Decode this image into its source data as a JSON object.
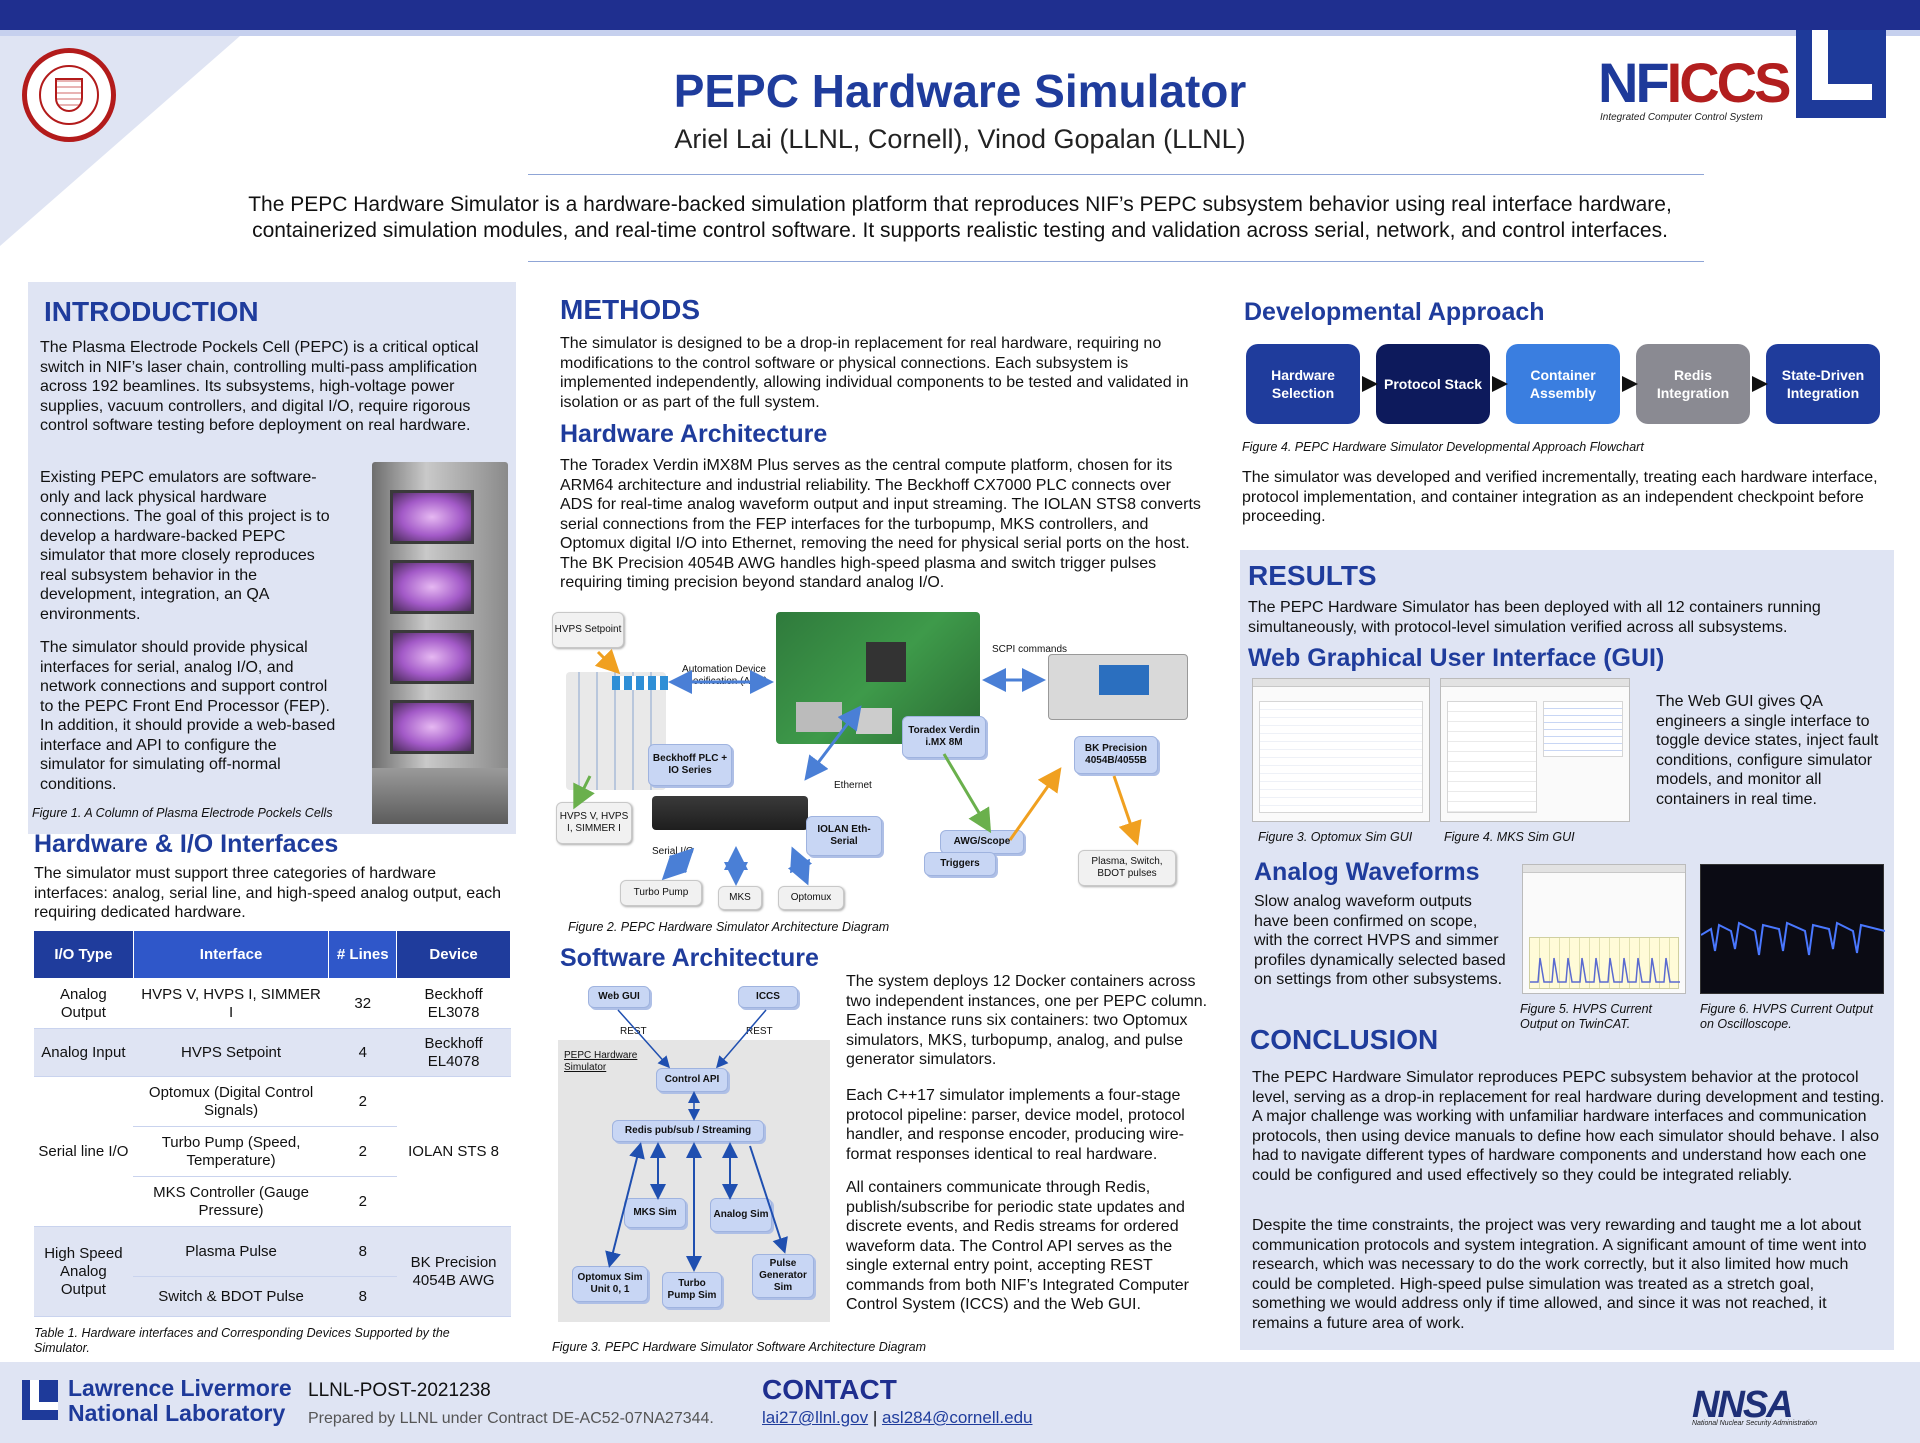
{
  "header": {
    "title": "PEPC Hardware Simulator",
    "authors": "Ariel Lai (LLNL, Cornell), Vinod Gopalan (LLNL)",
    "abstract_line1": "The PEPC Hardware Simulator is a hardware-backed simulation platform that reproduces NIF’s PEPC subsystem  behavior using real interface hardware,",
    "abstract_line2": "containerized simulation modules, and real-time control software. It supports realistic testing and validation across serial, network, and control interfaces.",
    "logo_nif": "NF",
    "logo_iccs": "ICCS",
    "logo_iccs_sub": "Integrated Computer Control System"
  },
  "intro": {
    "heading": "INTRODUCTION",
    "p1": "The Plasma Electrode Pockels Cell (PEPC) is a critical optical switch in NIF’s laser chain, controlling multi-pass amplification across 192 beamlines. Its subsystems, high-voltage power supplies, vacuum controllers, and digital I/O, require rigorous control software testing before deployment on real hardware.",
    "p2": "Existing PEPC emulators are software-only and lack physical hardware connections. The goal of this project is to develop a hardware-backed PEPC simulator that more closely reproduces real subsystem behavior in the development, integration, an QA environments.",
    "p3": "The simulator should provide physical interfaces for serial, analog I/O, and network connections and support control to the PEPC Front End Processor (FEP). In addition, it should provide a web-based interface and API to configure the simulator for simulating off-normal conditions.",
    "fig1": "Figure 1. A Column of Plasma Electrode Pockels Cells"
  },
  "hwio": {
    "heading": "Hardware & I/O Interfaces",
    "p": "The simulator must support three categories of hardware interfaces: analog, serial line, and high-speed analog output, each requiring dedicated hardware.",
    "cols": [
      "I/O Type",
      "Interface",
      "# Lines",
      "Device"
    ],
    "r1": {
      "type": "Analog Output",
      "iface": "HVPS V, HVPS I, SIMMER I",
      "lines": "32",
      "device": "Beckhoff EL3078"
    },
    "r2": {
      "type": "Analog Input",
      "iface": "HVPS Setpoint",
      "lines": "4",
      "device": "Beckhoff EL4078"
    },
    "r3": {
      "type": "Serial line I/O",
      "iface1": "Optomux (Digital Control Signals)",
      "lines1": "2",
      "iface2": "Turbo Pump (Speed, Temperature)",
      "lines2": "2",
      "iface3": "MKS Controller (Gauge Pressure)",
      "lines3": "2",
      "device": "IOLAN STS 8"
    },
    "r4": {
      "type": "High Speed Analog Output",
      "iface1": "Plasma Pulse",
      "lines1": "8",
      "iface2": "Switch & BDOT Pulse",
      "lines2": "8",
      "device": "BK Precision 4054B AWG"
    },
    "caption": "Table 1. Hardware interfaces and Corresponding Devices Supported by the Simulator."
  },
  "methods": {
    "heading": "METHODS",
    "p": "The simulator is designed to be a drop-in replacement for real hardware, requiring no modifications to the control software or physical connections. Each subsystem is implemented independently, allowing individual components to be tested and validated in isolation or as part of the full system.",
    "hw_heading": "Hardware Architecture",
    "hw_p": "The Toradex Verdin iMX8M Plus serves as the central compute platform, chosen for its ARM64 architecture and industrial reliability. The Beckhoff CX7000 PLC connects over ADS for real-time analog waveform output and input streaming. The IOLAN STS8 converts serial connections from the FEP interfaces for the turbopump, MKS controllers, and Optomux digital I/O into Ethernet, removing the need for physical serial ports on the host. The BK Precision 4054B AWG handles high-speed plasma and switch trigger pulses requiring timing precision beyond standard analog  I/O.",
    "fig2": "Figure 2. PEPC Hardware Simulator Architecture Diagram",
    "d2": {
      "hvps_setpoint": "HVPS Setpoint",
      "ads": "Automation Device Specification (ADS)",
      "scpi": "SCPI commands",
      "beckhoff": "Beckhoff PLC + IO Series",
      "verdin": "Toradex Verdin i.MX 8M",
      "bk": "BK Precision 4054B/4055B",
      "ethernet": "Ethernet",
      "hvps_out": "HVPS V, HVPS I, SIMMER I",
      "iolan": "IOLAN Eth-Serial",
      "serial": "Serial I/O",
      "awg": "AWG/Scope",
      "triggers": "Triggers",
      "turbo": "Turbo Pump",
      "mks": "MKS",
      "optomux": "Optomux",
      "plasma": "Plasma, Switch, BDOT pulses"
    },
    "sw_heading": "Software Architecture",
    "sw_p1": "The system deploys 12 Docker containers across two independent instances, one per PEPC column. Each instance runs six containers: two Optomux simulators, MKS, turbopump, analog, and pulse generator simulators.",
    "sw_p2": "Each C++17 simulator implements a four-stage protocol pipeline: parser, device model, protocol handler, and response encoder, producing wire-format responses identical to real hardware.",
    "sw_p3": "All containers communicate through Redis, publish/subscribe for periodic state updates and discrete events, and Redis streams for ordered waveform data. The Control API serves as the single external entry point, accepting REST commands from both NIF’s Integrated Computer Control System (ICCS) and the Web GUI.",
    "fig3": "Figure 3. PEPC Hardware Simulator Software Architecture Diagram",
    "d3": {
      "webgui": "Web GUI",
      "iccs": "ICCS",
      "rest": "REST",
      "container": "PEPC Hardware Simulator",
      "api": "Control API",
      "redis": "Redis pub/sub / Streaming",
      "mks": "MKS Sim",
      "analog": "Analog Sim",
      "optomux": "Optomux Sim Unit 0, 1",
      "turbo": "Turbo Pump Sim",
      "pulse": "Pulse Generator Sim"
    }
  },
  "dev": {
    "heading": "Developmental Approach",
    "steps": [
      "Hardware Selection",
      "Protocol Stack",
      "Container Assembly",
      "Redis Integration",
      "State-Driven Integration"
    ],
    "step_colors": [
      "#1f3c9c",
      "#0d1a5c",
      "#3a7ee0",
      "#8a8a92",
      "#1f3c9c"
    ],
    "fig4": "Figure 4. PEPC Hardware Simulator Developmental Approach Flowchart",
    "p": "The simulator was developed and verified incrementally, treating each hardware interface, protocol implementation, and container integration as an independent checkpoint before proceeding."
  },
  "results": {
    "heading": "RESULTS",
    "p": "The PEPC Hardware Simulator has been deployed with all 12 containers running simultaneously, with protocol-level simulation verified across all subsystems.",
    "gui_heading": "Web Graphical User Interface (GUI)",
    "gui_p": "The Web GUI gives QA engineers a single interface to toggle device states, inject fault conditions, configure simulator models, and monitor all containers in real time.",
    "fig3b": "Figure 3. Optomux Sim GUI",
    "fig4b": "Figure 4. MKS Sim GUI",
    "aw_heading": "Analog Waveforms",
    "aw_p": "Slow analog waveform outputs have been confirmed on scope, with the correct HVPS and simmer profiles dynamically selected based on settings from other subsystems.",
    "fig5": "Figure 5. HVPS Current Output on TwinCAT.",
    "fig6": "Figure 6. HVPS Current Output on Oscilloscope."
  },
  "conclusion": {
    "heading": "CONCLUSION",
    "p1": "The PEPC Hardware Simulator reproduces PEPC subsystem behavior at the protocol level, serving as a drop-in replacement for real hardware during development and testing. A major challenge was working with unfamiliar hardware interfaces and communication protocols, then using device manuals to define how each simulator should behave. I also had to navigate different types of hardware components and understand how each one could be configured and used effectively so they could be integrated reliably.",
    "p2": "Despite the time constraints, the project was very rewarding and taught me a lot about communication protocols and system integration. A significant amount of time went into research, which was necessary to do the work correctly, but it also limited how much could be completed. High-speed pulse simulation was treated as a stretch goal, something we would address only if time allowed, and since it was not reached, it remains a future area of work."
  },
  "footer": {
    "llnl1": "Lawrence Livermore",
    "llnl2": "National Laboratory",
    "post_id": "LLNL-POST-2021238",
    "prepared": "Prepared by LLNL under Contract DE-AC52-07NA27344.",
    "contact_heading": "CONTACT",
    "email1": "lai27@llnl.gov",
    "sep": " | ",
    "email2": "asl284@cornell.edu",
    "nnsa": "NNSA",
    "nnsa_sub": "National Nuclear Security Administration"
  }
}
